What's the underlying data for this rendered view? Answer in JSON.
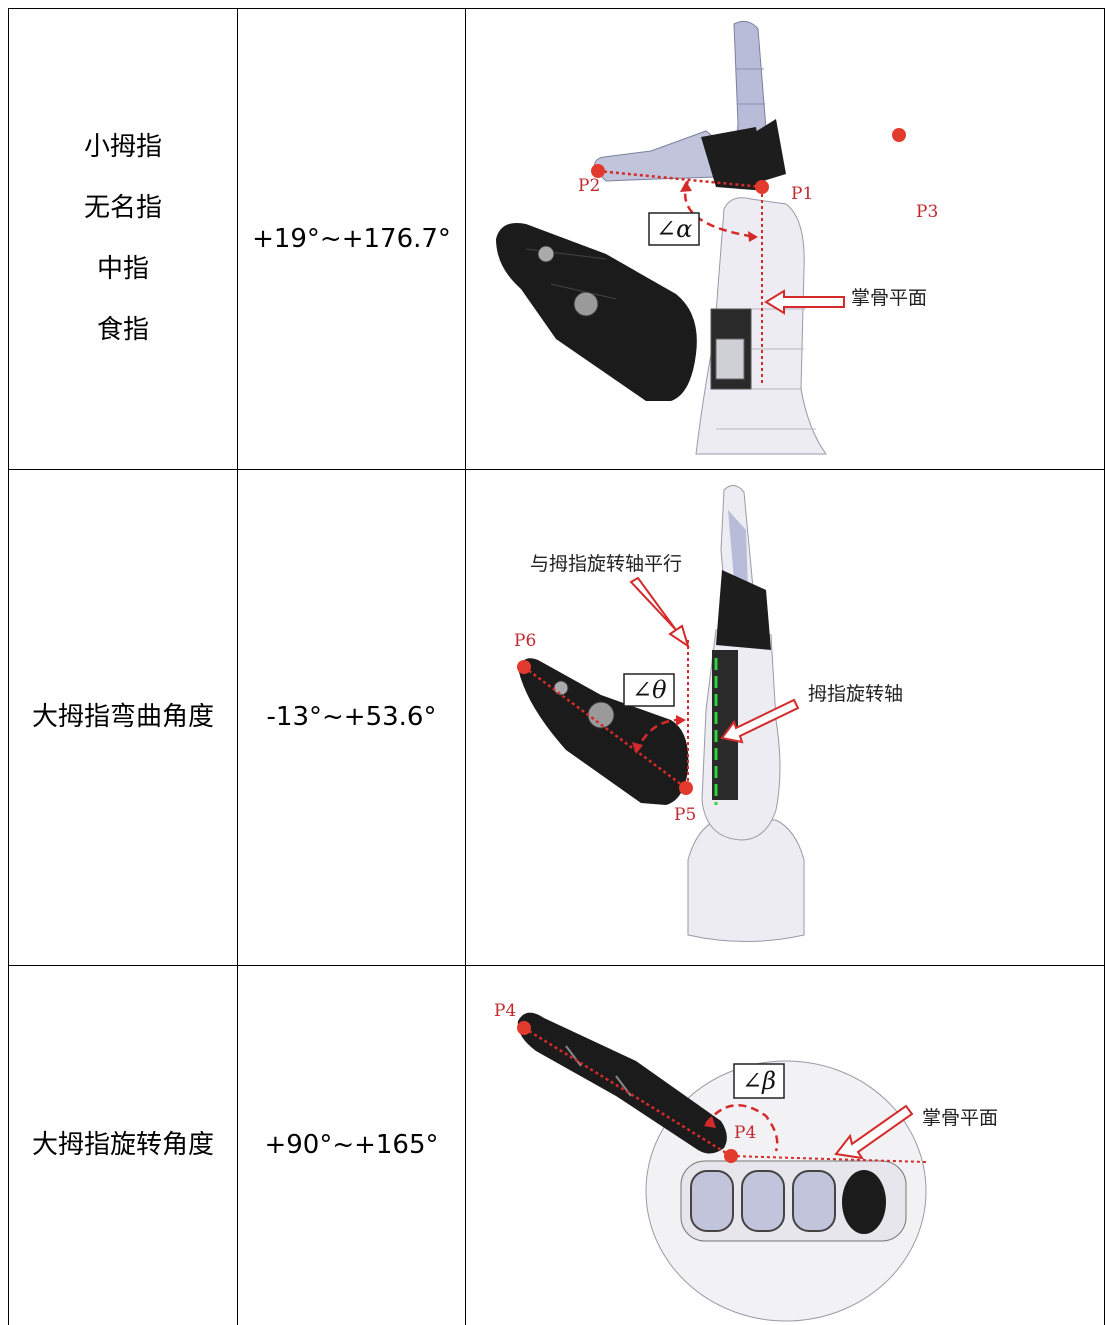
{
  "rows": [
    {
      "names": [
        "小拇指",
        "无名指",
        "中指",
        "食指"
      ],
      "range": "+19°~+176.7°",
      "figure": {
        "points": [
          "P1",
          "P2",
          "P3"
        ],
        "angle_label": "∠α",
        "annotation": "掌骨平面"
      }
    },
    {
      "names": [
        "大拇指弯曲角度"
      ],
      "range": "-13°~+53.6°",
      "figure": {
        "points": [
          "P5",
          "P6"
        ],
        "angle_label": "∠θ",
        "annotation_parallel": "与拇指旋转轴平行",
        "annotation_axis": "拇指旋转轴"
      }
    },
    {
      "names": [
        "大拇指旋转角度"
      ],
      "range": "+90°~+165°",
      "figure": {
        "points": [
          "P4",
          "P4"
        ],
        "angle_label": "∠β",
        "annotation": "掌骨平面"
      }
    }
  ],
  "colors": {
    "marker": "#e23b2e",
    "dashed_line": "#d42a2a",
    "axis_green": "#2fd33a",
    "hand_dark": "#1b1b1b",
    "hand_light": "#e8e8ee"
  }
}
